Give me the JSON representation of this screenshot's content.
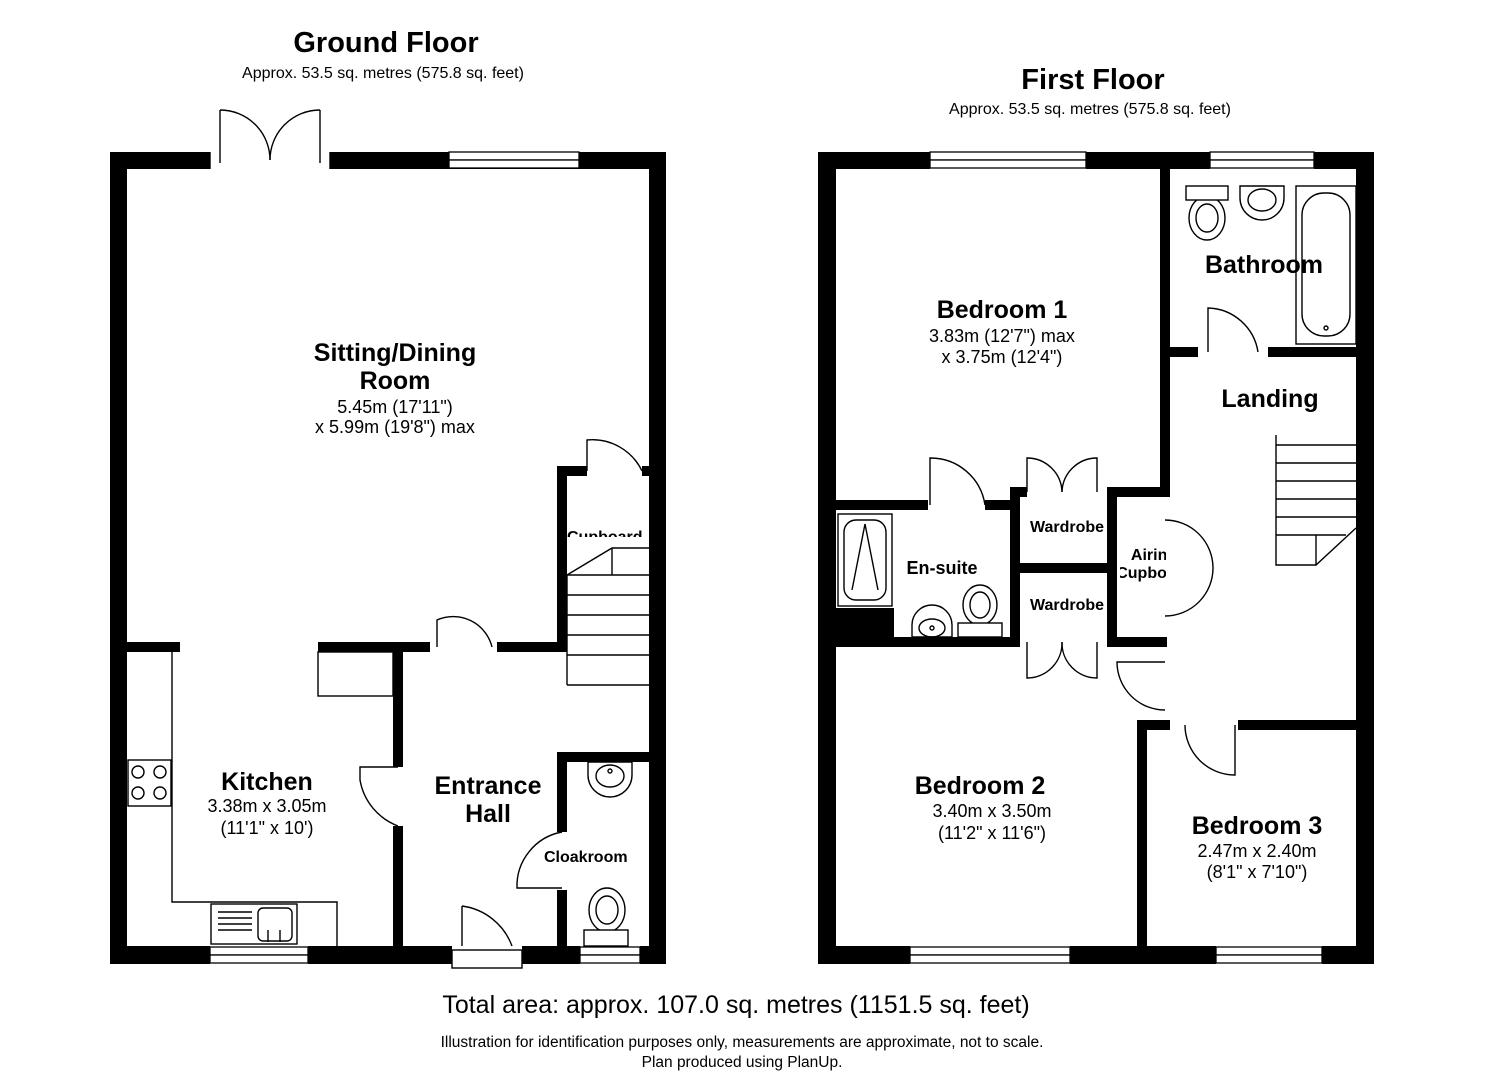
{
  "ground_floor": {
    "title": "Ground Floor",
    "area": "Approx. 53.5 sq. metres (575.8 sq. feet)",
    "rooms": {
      "sitting_dining": {
        "name_line1": "Sitting/Dining",
        "name_line2": "Room",
        "dim_line1": "5.45m (17'11\")",
        "dim_line2": "x 5.99m (19'8\") max"
      },
      "cupboard": {
        "name": "Cupboard"
      },
      "kitchen": {
        "name": "Kitchen",
        "dim_line1": "3.38m x 3.05m",
        "dim_line2": "(11'1\" x 10')"
      },
      "entrance_hall": {
        "name_line1": "Entrance",
        "name_line2": "Hall"
      },
      "cloakroom": {
        "name": "Cloakroom"
      }
    }
  },
  "first_floor": {
    "title": "First Floor",
    "area": "Approx. 53.5 sq. metres (575.8 sq. feet)",
    "rooms": {
      "bedroom1": {
        "name": "Bedroom 1",
        "dim_line1": "3.83m (12'7\") max",
        "dim_line2": "x 3.75m (12'4\")"
      },
      "bathroom": {
        "name": "Bathroom"
      },
      "landing": {
        "name": "Landing"
      },
      "ensuite": {
        "name": "En-suite"
      },
      "wardrobe1": {
        "name": "Wardrobe"
      },
      "wardrobe2": {
        "name": "Wardrobe"
      },
      "airing_cupboard": {
        "name_line1": "Airing",
        "name_line2": "Cupboard"
      },
      "bedroom2": {
        "name": "Bedroom 2",
        "dim_line1": "3.40m x 3.50m",
        "dim_line2": "(11'2\" x 11'6\")"
      },
      "bedroom3": {
        "name": "Bedroom 3",
        "dim_line1": "2.47m x 2.40m",
        "dim_line2": "(8'1\" x 7'10\")"
      }
    }
  },
  "footer": {
    "total": "Total area: approx. 107.0 sq. metres (1151.5 sq. feet)",
    "disclaimer_line1": "Illustration for identification purposes only, measurements are approximate, not to scale.",
    "disclaimer_line2": "Plan produced using PlanUp."
  },
  "colors": {
    "wall": "#000000",
    "background": "#ffffff"
  }
}
